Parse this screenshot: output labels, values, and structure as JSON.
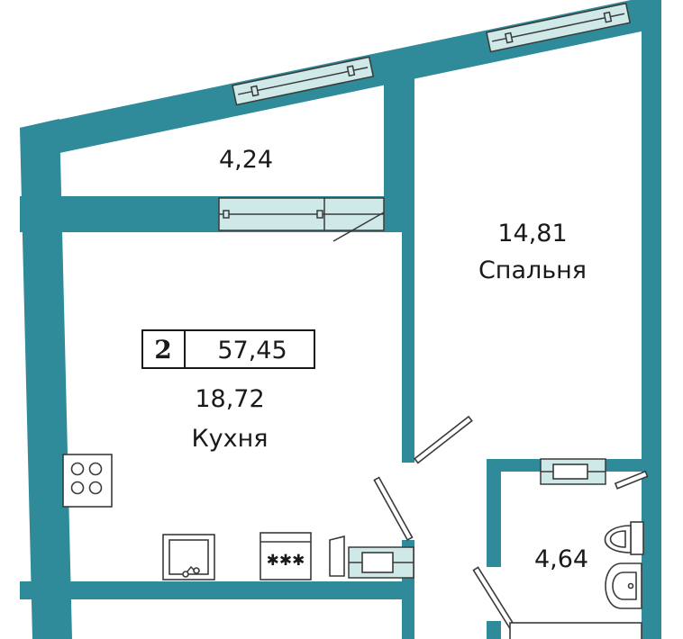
{
  "apartment": {
    "rooms_count": "2",
    "total_area": "57,45"
  },
  "rooms": {
    "balcony": {
      "area": "4,24"
    },
    "bedroom": {
      "area": "14,81",
      "name": "Спальня"
    },
    "kitchen": {
      "area": "18,72",
      "name": "Кухня"
    },
    "bathroom": {
      "area": "4,64"
    }
  },
  "colors": {
    "wall": "#2f8a9a",
    "window_glass": "#cfe8e8",
    "background": "#ffffff"
  }
}
